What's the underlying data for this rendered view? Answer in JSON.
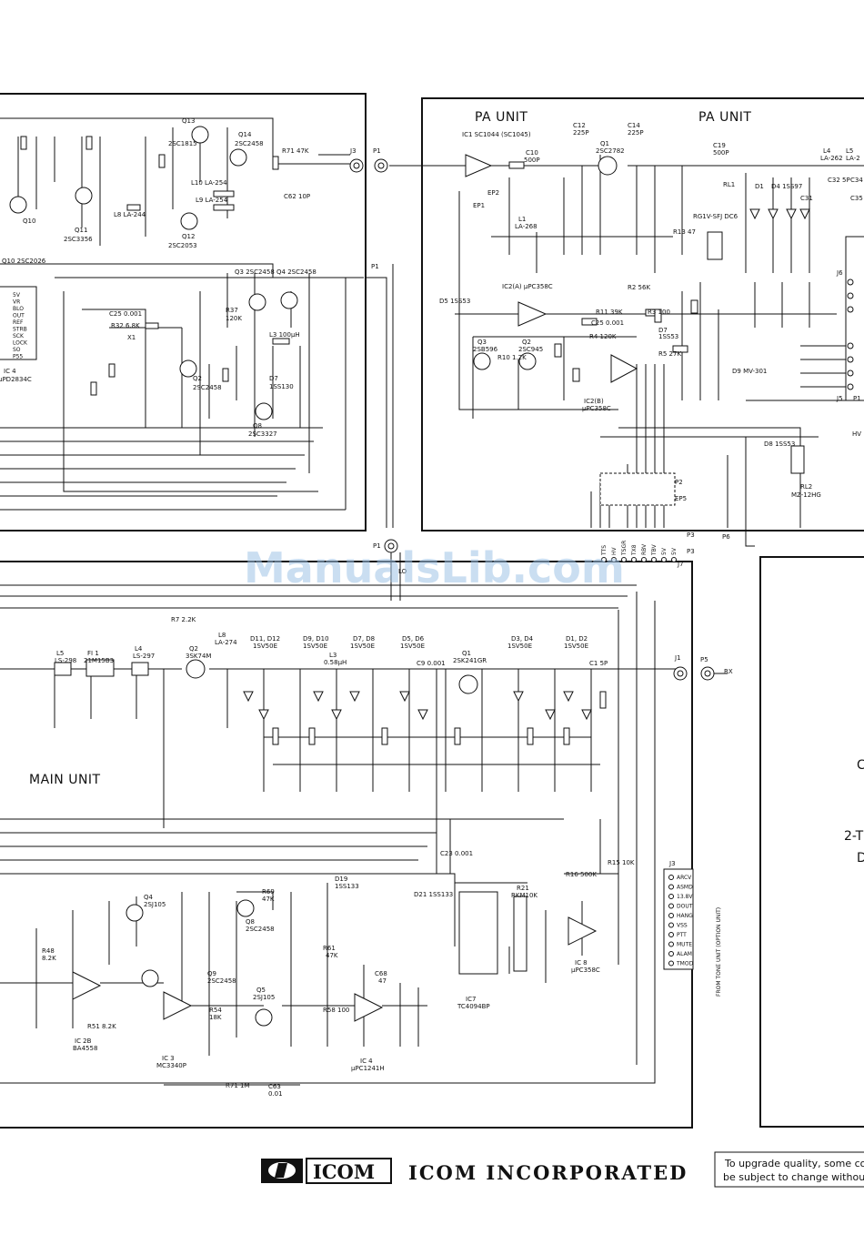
{
  "units": {
    "pa_left": "PA UNIT",
    "pa_right": "PA UNIT",
    "main": "MAIN UNIT"
  },
  "watermark": "ManualsLib.com",
  "footer": {
    "logo": "ICOM",
    "company": "ICOM INCORPORATED",
    "note_line1": "To upgrade quality, some co",
    "note_line2": "be subject to change withou"
  },
  "right_panel": {
    "line1": "C",
    "line2": "2-T",
    "line3": "D"
  },
  "top_left_components": {
    "q13": "Q13",
    "q13_part": "2SC1815",
    "q14": "Q14",
    "q14_part": "2SC2458",
    "r71": "R71 47K",
    "j3": "J3",
    "p1": "P1",
    "q10": "Q10",
    "q11": "Q11",
    "q11_part": "2SC3356",
    "q12": "Q12",
    "q12_part": "2SC2053",
    "l10": "L10 LA-254",
    "l9": "L9 LA-254",
    "l8": "L8 LA-244",
    "c62": "C62 10P",
    "q10_part": "Q10 2SC2026",
    "q3q4": "Q3 2SC2458   Q4 2SC2458",
    "ic4": "IC 4",
    "ic4_part": "μPD2834C",
    "x1": "X1",
    "r32": "R32 6.8K",
    "c25": "C25 0.001",
    "q2": "Q2",
    "q2_part": "2SC2458",
    "l3": "L3 100μH",
    "d7": "D7",
    "d7_part": "1SS130",
    "q8": "Q8",
    "q8_part": "2SC3327",
    "r37": "R37",
    "r37_val": "120K",
    "pins": [
      "5V",
      "VR",
      "BLO",
      "OUT",
      "REF",
      "STRB",
      "SCK",
      "LOCK",
      "SO",
      "P55"
    ]
  },
  "pa_components": {
    "ic1": "IC1 SC1044 (SC1045)",
    "c10": "C10",
    "c10_val": "500P",
    "c12": "C12",
    "c12_val": "225P",
    "q1": "Q1",
    "q1_part": "2SC2782",
    "c14": "C14",
    "c14_val": "225P",
    "c19": "C19",
    "c19_val": "500P",
    "l4": "L4",
    "l4_part": "LA-262",
    "l5": "L5",
    "l5_part": "LA-2",
    "l1": "L1",
    "l1_part": "LA-268",
    "rl1": "RL1",
    "rl1_part": "RG1V-SFJ DC6",
    "r13": "R13 47",
    "d1": "D1",
    "d4": "D4 1SS97",
    "ic2a": "IC2(A) μPC358C",
    "ic2b": "IC2(B)",
    "ic2b_part": "μPC358C",
    "d5": "D5 1SS53",
    "r2": "R2 56K",
    "r11": "R11 39K",
    "r3": "R3 100",
    "r4": "R4 120K",
    "d7": "D7",
    "d7_part": "1SS53",
    "r5": "R5 27K",
    "q3": "Q3",
    "q3_part": "2SB596",
    "q2": "Q2",
    "q2_part": "2SC945",
    "r10": "R10 1.2K",
    "c25": "C25 0.001",
    "d8": "D8 1SS53",
    "rl2": "RL2",
    "rl2_part": "MZ-12HG",
    "d9": "D9 MV-301",
    "j6": "J6",
    "j5": "J5",
    "p1": "P1",
    "p2": "P2",
    "p3": "P3",
    "p6": "P6",
    "ep5": "EP5",
    "ep1": "EP1",
    "ep2": "EP2",
    "hv": "HV",
    "c32": "C32 5P",
    "c34": "C34",
    "c31": "C31",
    "c35": "C35"
  },
  "main_components": {
    "r7": "R7 2.2K",
    "l5": "L5",
    "l5_part": "LS-298",
    "fi1": "FI 1",
    "fi1_part": "21M15B3",
    "l4": "L4",
    "l4_part": "LS-297",
    "q2": "Q2",
    "q2_part": "3SK74M",
    "l8": "L8",
    "l8_part": "LA-274",
    "d11d12": "D11, D12",
    "d11d12_part": "1SV50E",
    "d9d10": "D9, D10",
    "d9d10_part": "1SV50E",
    "d7d8": "D7, D8",
    "d7d8_part": "1SV50E",
    "d5d6": "D5, D6",
    "d5d6_part": "1SV50E",
    "d3d4": "D3, D4",
    "d3d4_part": "1SV50E",
    "d1d2": "D1, D2",
    "d1d2_part": "1SV50E",
    "l3": "L3",
    "l3_val": "0.58μH",
    "q1": "Q1",
    "q1_part": "2SK241GR",
    "c9": "C9 0.001",
    "c1": "C1 5P",
    "j1": "J1",
    "p5": "P5",
    "rx": "RX",
    "lo": "LO",
    "r15": "R15 10K",
    "r16": "R16 500K",
    "c23": "C23 0.001",
    "d21": "D21 1SS133",
    "d19": "D19",
    "d19_part": "1SS133",
    "ic7": "IC7",
    "ic7_part": "TC4094BP",
    "r21": "R21",
    "r21_val": "RKM10K",
    "ic8": "IC 8",
    "ic8_part": "μPC358C",
    "q4": "Q4",
    "q4_part": "2SJ105",
    "q8": "Q8",
    "q8_part": "2SC2458",
    "r69": "R69",
    "r69_val": "47K",
    "q9": "Q9",
    "q9_part": "2SC2458",
    "q5": "Q5",
    "q5_part": "2SJ105",
    "ic2b": "IC 2B",
    "ic2b_part": "BA4558",
    "ic3": "IC 3",
    "ic3_part": "MC3340P",
    "ic4": "IC 4",
    "ic4_part": "μPC1241H",
    "r54": "R54",
    "r54_val": "18K",
    "r58": "R58 100",
    "r71": "R71 1M",
    "c63": "C63",
    "c63_val": "0.01",
    "r48": "R48",
    "r48_val": "8.2K",
    "r51": "R51 8.2K",
    "c68": "C68",
    "c68_val": "47",
    "r61": "R61",
    "r61_val": "47K",
    "j3": "J3",
    "j3_pins": [
      "ARCV",
      "ASMD",
      "13.8V",
      "DOUT",
      "HANG",
      "VSS",
      "PTT",
      "MUTE",
      "ALAM",
      "TMOD"
    ],
    "from_tone_unit": "FROM TONE UNIT (OPTION UNIT)",
    "j7": "J7",
    "p3_main": "P3",
    "conn_labels": [
      "TTS",
      "HV",
      "TSGR",
      "TX8",
      "RBV",
      "TBV",
      "5V",
      "5V"
    ]
  }
}
